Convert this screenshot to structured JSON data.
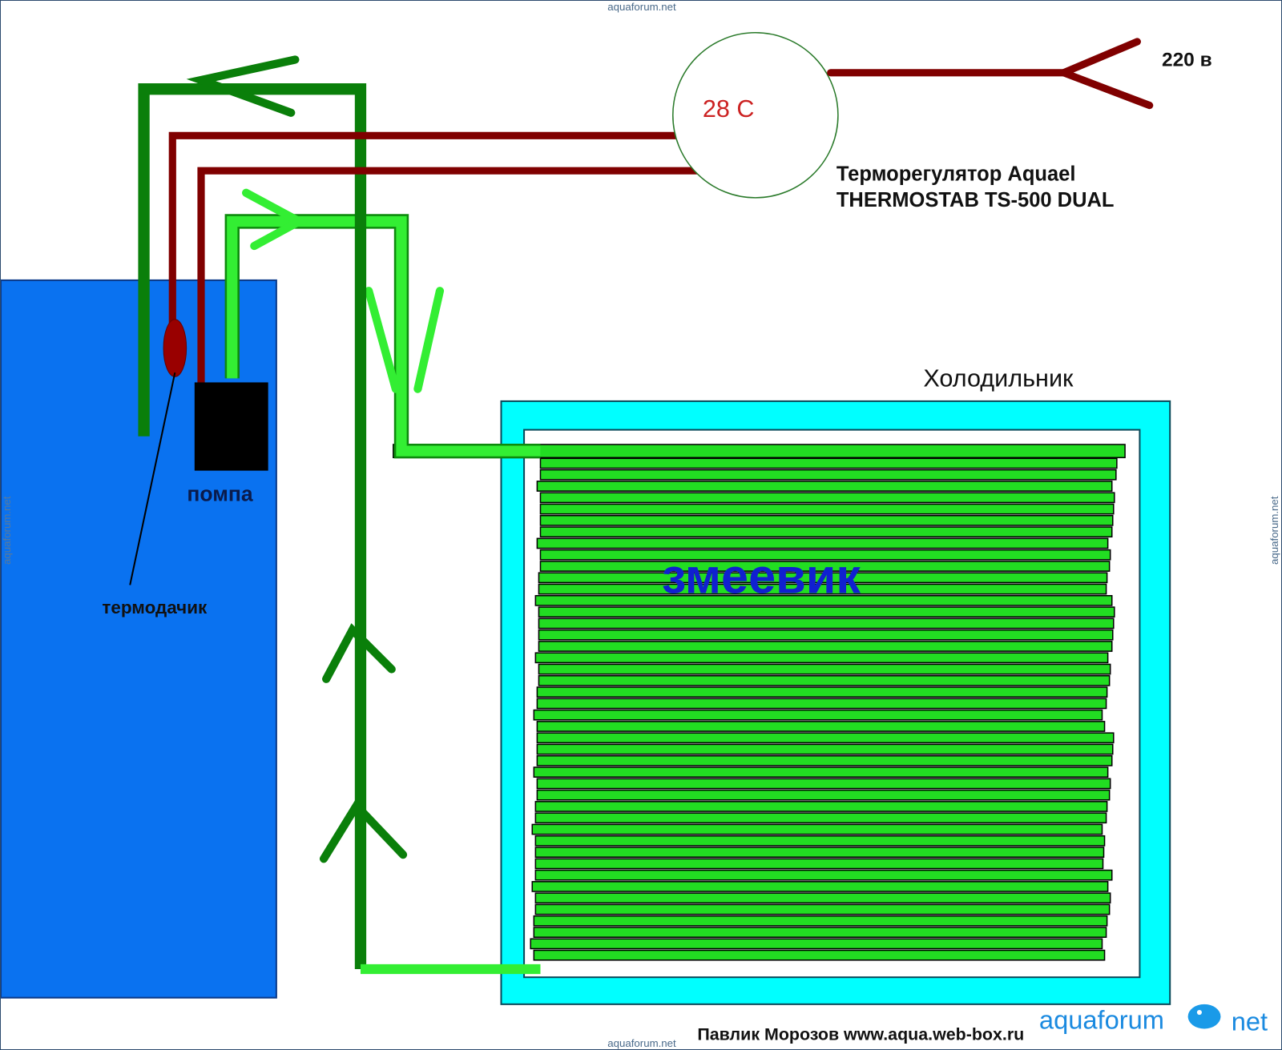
{
  "watermark": {
    "top": "aquaforum.net",
    "bottom": "aquaforum.net",
    "left": "aquaforum.net",
    "right": "aquaforum.net",
    "logo_left": "aquaforum",
    "logo_right": "net"
  },
  "labels": {
    "voltage": "220 в",
    "thermostat_temp": "28 C",
    "thermostat_line1": "Терморегулятор Aquael",
    "thermostat_line2": "THERMOSTAB TS-500 DUAL",
    "fridge": "Холодильник",
    "pump": "помпа",
    "sensor": "термодачик",
    "coil": "змеевик",
    "credit": "Павлик Морозов www.aqua.web-box.ru"
  },
  "colors": {
    "tank": "#0a72f0",
    "fridge": "#00ffff",
    "coil": "#22dd22",
    "pipe_dark": "#0a7f0a",
    "pipe_light": "#33ee33",
    "wire": "#800000",
    "pump": "#000000",
    "temp_text": "#cc2222",
    "coil_text": "#1020d0"
  }
}
